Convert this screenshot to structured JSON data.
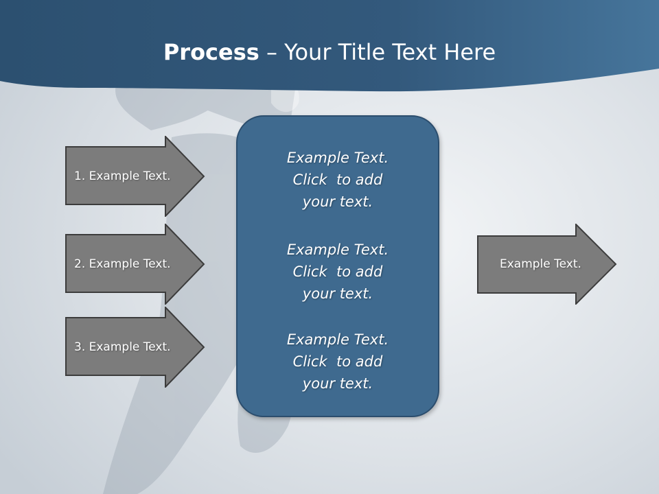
{
  "slide": {
    "title_bold": "Process",
    "title_rest": " – Your Title Text Here"
  },
  "inputs": [
    {
      "label": "1. Example Text."
    },
    {
      "label": "2. Example Text."
    },
    {
      "label": "3. Example Text."
    }
  ],
  "process_box": {
    "blocks": [
      {
        "lines": [
          "Example Text.",
          "Click  to add",
          "your text."
        ]
      },
      {
        "lines": [
          "Example Text.",
          "Click  to add",
          "your text."
        ]
      },
      {
        "lines": [
          "Example Text.",
          "Click  to add",
          "your text."
        ]
      }
    ]
  },
  "output": {
    "label": "Example Text."
  },
  "colors": {
    "header": "#2f5679",
    "box_fill": "#3f6a8f",
    "box_border": "#2b4d6d",
    "arrow_fill": "#7c7c7c",
    "arrow_border": "#3c3c3c"
  }
}
